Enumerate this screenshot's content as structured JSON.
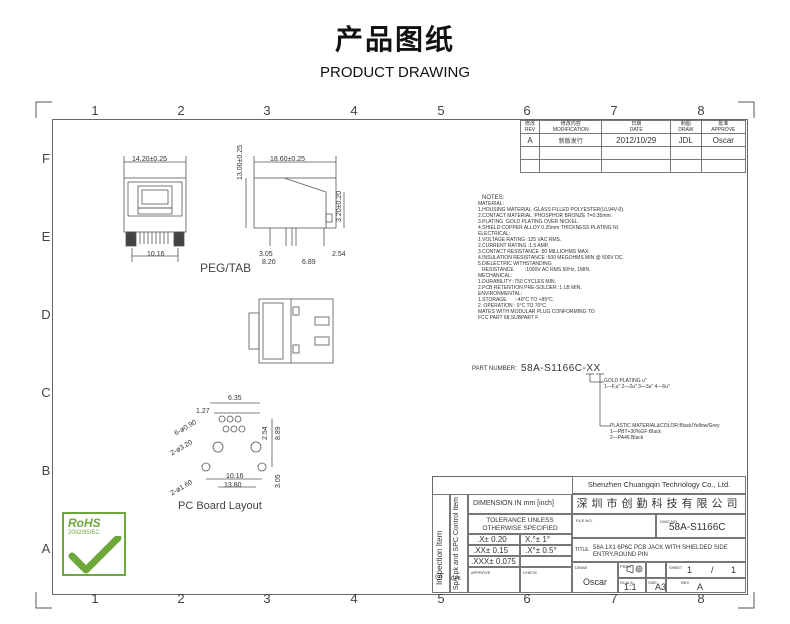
{
  "header": {
    "title_cn": "产品图纸",
    "title_en": "PRODUCT DRAWING"
  },
  "zones": {
    "columns": [
      "1",
      "2",
      "3",
      "4",
      "5",
      "6",
      "7",
      "8"
    ],
    "rows": [
      "F",
      "E",
      "D",
      "C",
      "B",
      "A"
    ]
  },
  "revision": {
    "headers": {
      "rev_cn": "修改",
      "rev": "REV",
      "mod_cn": "修改内容",
      "mod": "MODIFICATION",
      "date_cn": "日期",
      "date": "DATE",
      "draw_cn": "制图",
      "draw": "DRAW",
      "approve_cn": "批准",
      "approve": "APPROVE"
    },
    "row": {
      "rev": "A",
      "modification": "新版发行",
      "date": "2012/10/29",
      "draw": "JDL",
      "approve": "Oscar"
    }
  },
  "dimensions": {
    "front_width": "14.20±0.25",
    "front_base": "10.16",
    "side_length": "18.60±0.25",
    "side_height": "13.00±0.25",
    "side_right_height": "3.20±0.20",
    "side_a": "3.05",
    "side_b": "8.20",
    "side_c": "6.89",
    "side_d": "2.54",
    "peg_tab": "PEG/TAB",
    "pcb_635": "6.35",
    "pcb_127": "1.27",
    "pcb_holes6": "6-ø0.90",
    "pcb_holes2a": "2-ø3.20",
    "pcb_holes2b": "2-ø1.60",
    "pcb_1016": "10.16",
    "pcb_1380": "13.80",
    "pcb_254": "2.54",
    "pcb_889": "8.89",
    "pcb_305": "3.05",
    "pcb_label": "PC Board Layout"
  },
  "notes": {
    "title": "NOTES:",
    "lines": [
      "MATERIAL:",
      "1.HOUSING MATERIAL :GLASS FILLED POLYESTER(UL94V-0).",
      "2.CONTACT MATERIAL :PHOSPHOR BRONZE T=0.35mm.",
      "3.PLATING :GOLD PLATING OVER NICKEL.",
      "4.SHIELD:COPPER ALLOY 0.20mm THICKNESS PLATING NI.",
      "ELECTRICAL:",
      "1.VOLTAGE RATING :125 VAC RMS.",
      "2.CURRENT RATING :1.5 AMP.",
      "3.CONTACT RESISTANCE :50 MILLIOHMS MAX.",
      "4.INSULATION RESISTANCE :500 MEGOHMS MIN @ 500V DC.",
      "5.DIELECTRIC WITHSTANDING",
      "   RESISTANCE        :1000V AC RMS 50Hz, 1MIN.",
      "MECHANICAL:",
      "1.DURABILITY :750 CYCLES MIN.",
      "2.PCB RETENTION PRE-SOLDER :1 LB MIN.",
      "ENVIRONMENTAL:",
      "1.STORAGE      :-40°C TO +85°C.",
      "2. OPERATION : 0°C TO 70°C.",
      "MATES WITH MODULAR PLUG CONFORMING TO",
      "FCC PART 68,SUBPART F."
    ]
  },
  "part_number": {
    "label": "PART NUMBER:",
    "value": "58A-S1166C-XX",
    "plating_title": "GOLD PLATING  u\"",
    "plating_options": "1—F,u\" 2—2u\" 3—3u\" 4—6u\"",
    "color_title": "PLASTIC MATERIAL&COLOR:Black/Yellow/Grey",
    "color_options_1": "1—PBT+30%GF Black",
    "color_options_2": "2—PA46 Black"
  },
  "title_block": {
    "company_en": "Shenzhen Chuangqin Technology Co., Ltd.",
    "company_cn": "深圳市创勤科技有限公司",
    "dimension_unit": "DIMENSION IN mm [inch]",
    "tolerance_title": "TOLERANCE UNLESS OTHERWISE SPECIFIED",
    "tol_x": ".X± 0.20",
    "tol_xx": ".XX± 0.15",
    "tol_xxx": ".XXX± 0.075",
    "tol_ang1": "X.°± 1°",
    "tol_ang2": ".X°± 0.5°",
    "side_label_1": "Inspection Item",
    "side_label_2": "Sp/Cpk and SPC Control Item",
    "mark_1": "◎",
    "mark_2": "CPK",
    "file_no_label": "FILE NO.",
    "dwg_no_label": "DWG NO.",
    "dwg_no": "58A-S1166C",
    "title_label": "TITLE",
    "title": "58A 1X1 6P6C PCB JACK WITH SHIELDED SIDE ENTRY,ROUND PIN",
    "approve_label": "APPROVE",
    "check_label": "CHECK",
    "draw_label": "DRAW",
    "draw_name": "Oscar",
    "scale_label": "SCALE",
    "scale": "1:1",
    "size_label": "SIZE",
    "size": "A3",
    "rev_label": "REV",
    "rev": "A",
    "sheet_label": "SHEET",
    "sheet": "1",
    "sheet_of": "/",
    "sheet_total": "1",
    "proj_label": "PROJ."
  },
  "rohs": {
    "text": "RoHS",
    "date": "2002/95/EC"
  }
}
